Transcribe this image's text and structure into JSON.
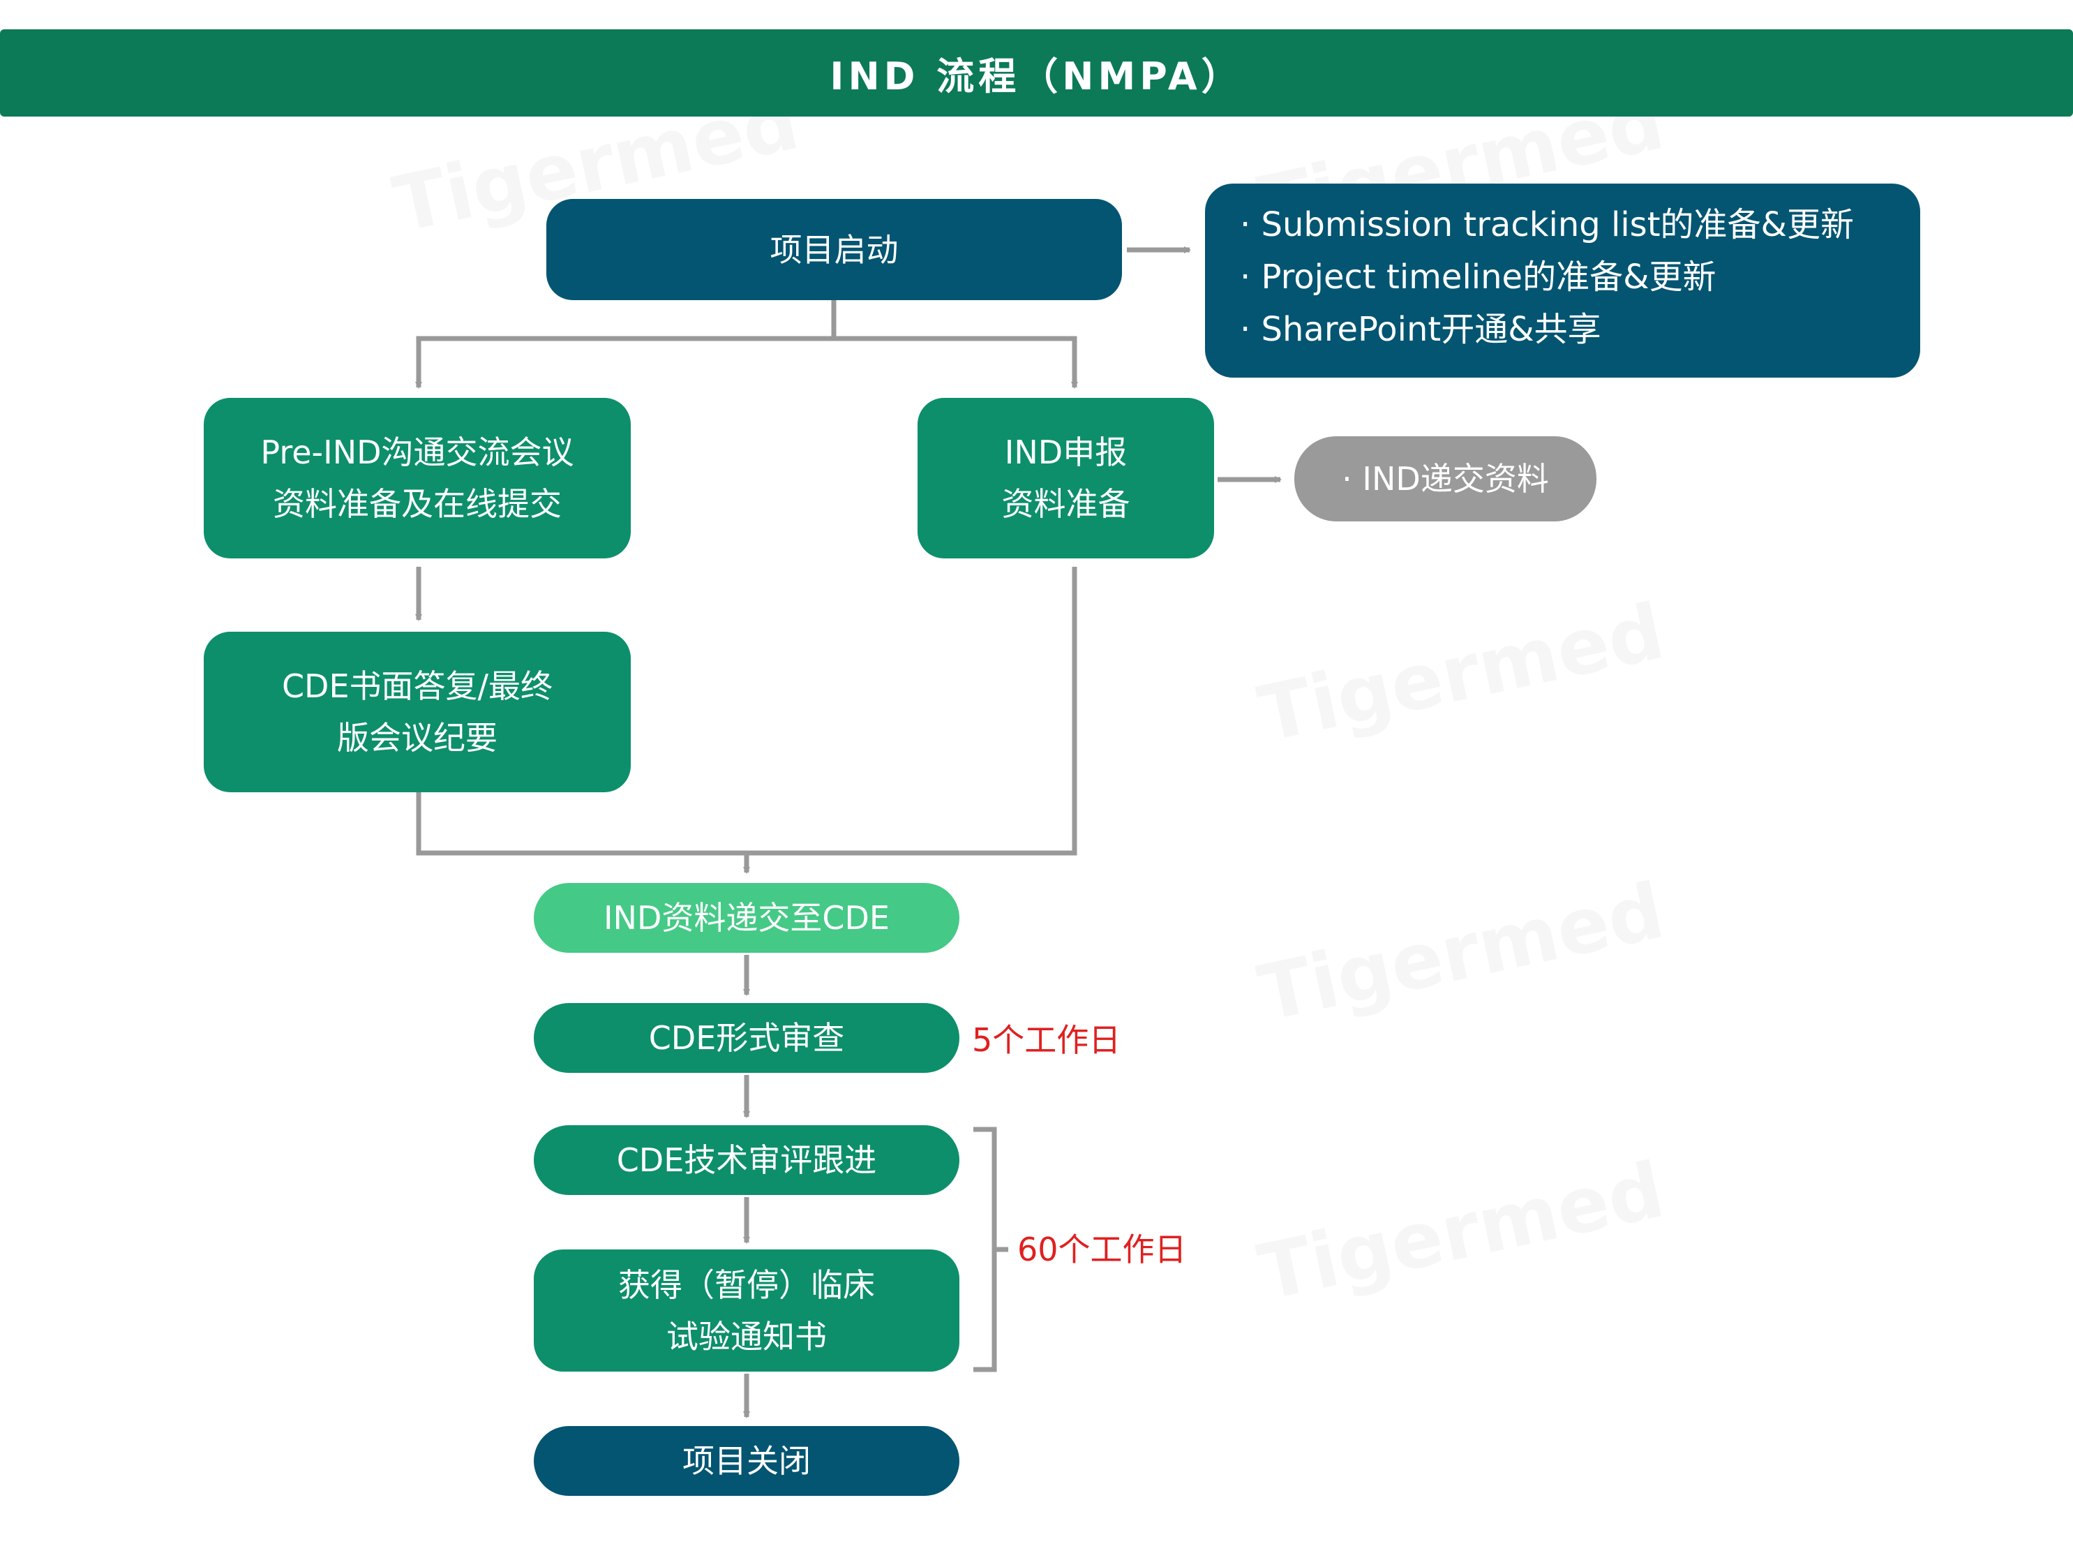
{
  "title": "IND 流程（NMPA）",
  "nodes": {
    "start": "项目启动",
    "pre_ind_l1": "Pre-IND沟通交流会议",
    "pre_ind_l2": "资料准备及在线提交",
    "ind_prep_l1": "IND申报",
    "ind_prep_l2": "资料准备",
    "cde_reply_l1": "CDE书面答复/最终",
    "cde_reply_l2": "版会议纪要",
    "submit": "IND资料递交至CDE",
    "formal_review": "CDE形式审查",
    "tech_review": "CDE技术审评跟进",
    "notice_l1": "获得（暂停）临床",
    "notice_l2": "试验通知书",
    "close": "项目关闭"
  },
  "start_tasks": [
    "· Submission tracking list的准备&更新",
    "· Project timeline的准备&更新",
    "· SharePoint开通&共享"
  ],
  "ind_task": "· IND递交资料",
  "durations": {
    "formal": "5个工作日",
    "technical": "60个工作日"
  },
  "colors": {
    "header": "#0c7a57",
    "green": "#0d8f6b",
    "dark": "#035572",
    "light_green": "#45c986",
    "gray": "#9a9a9a",
    "connector": "#999999",
    "red": "#e02020"
  }
}
